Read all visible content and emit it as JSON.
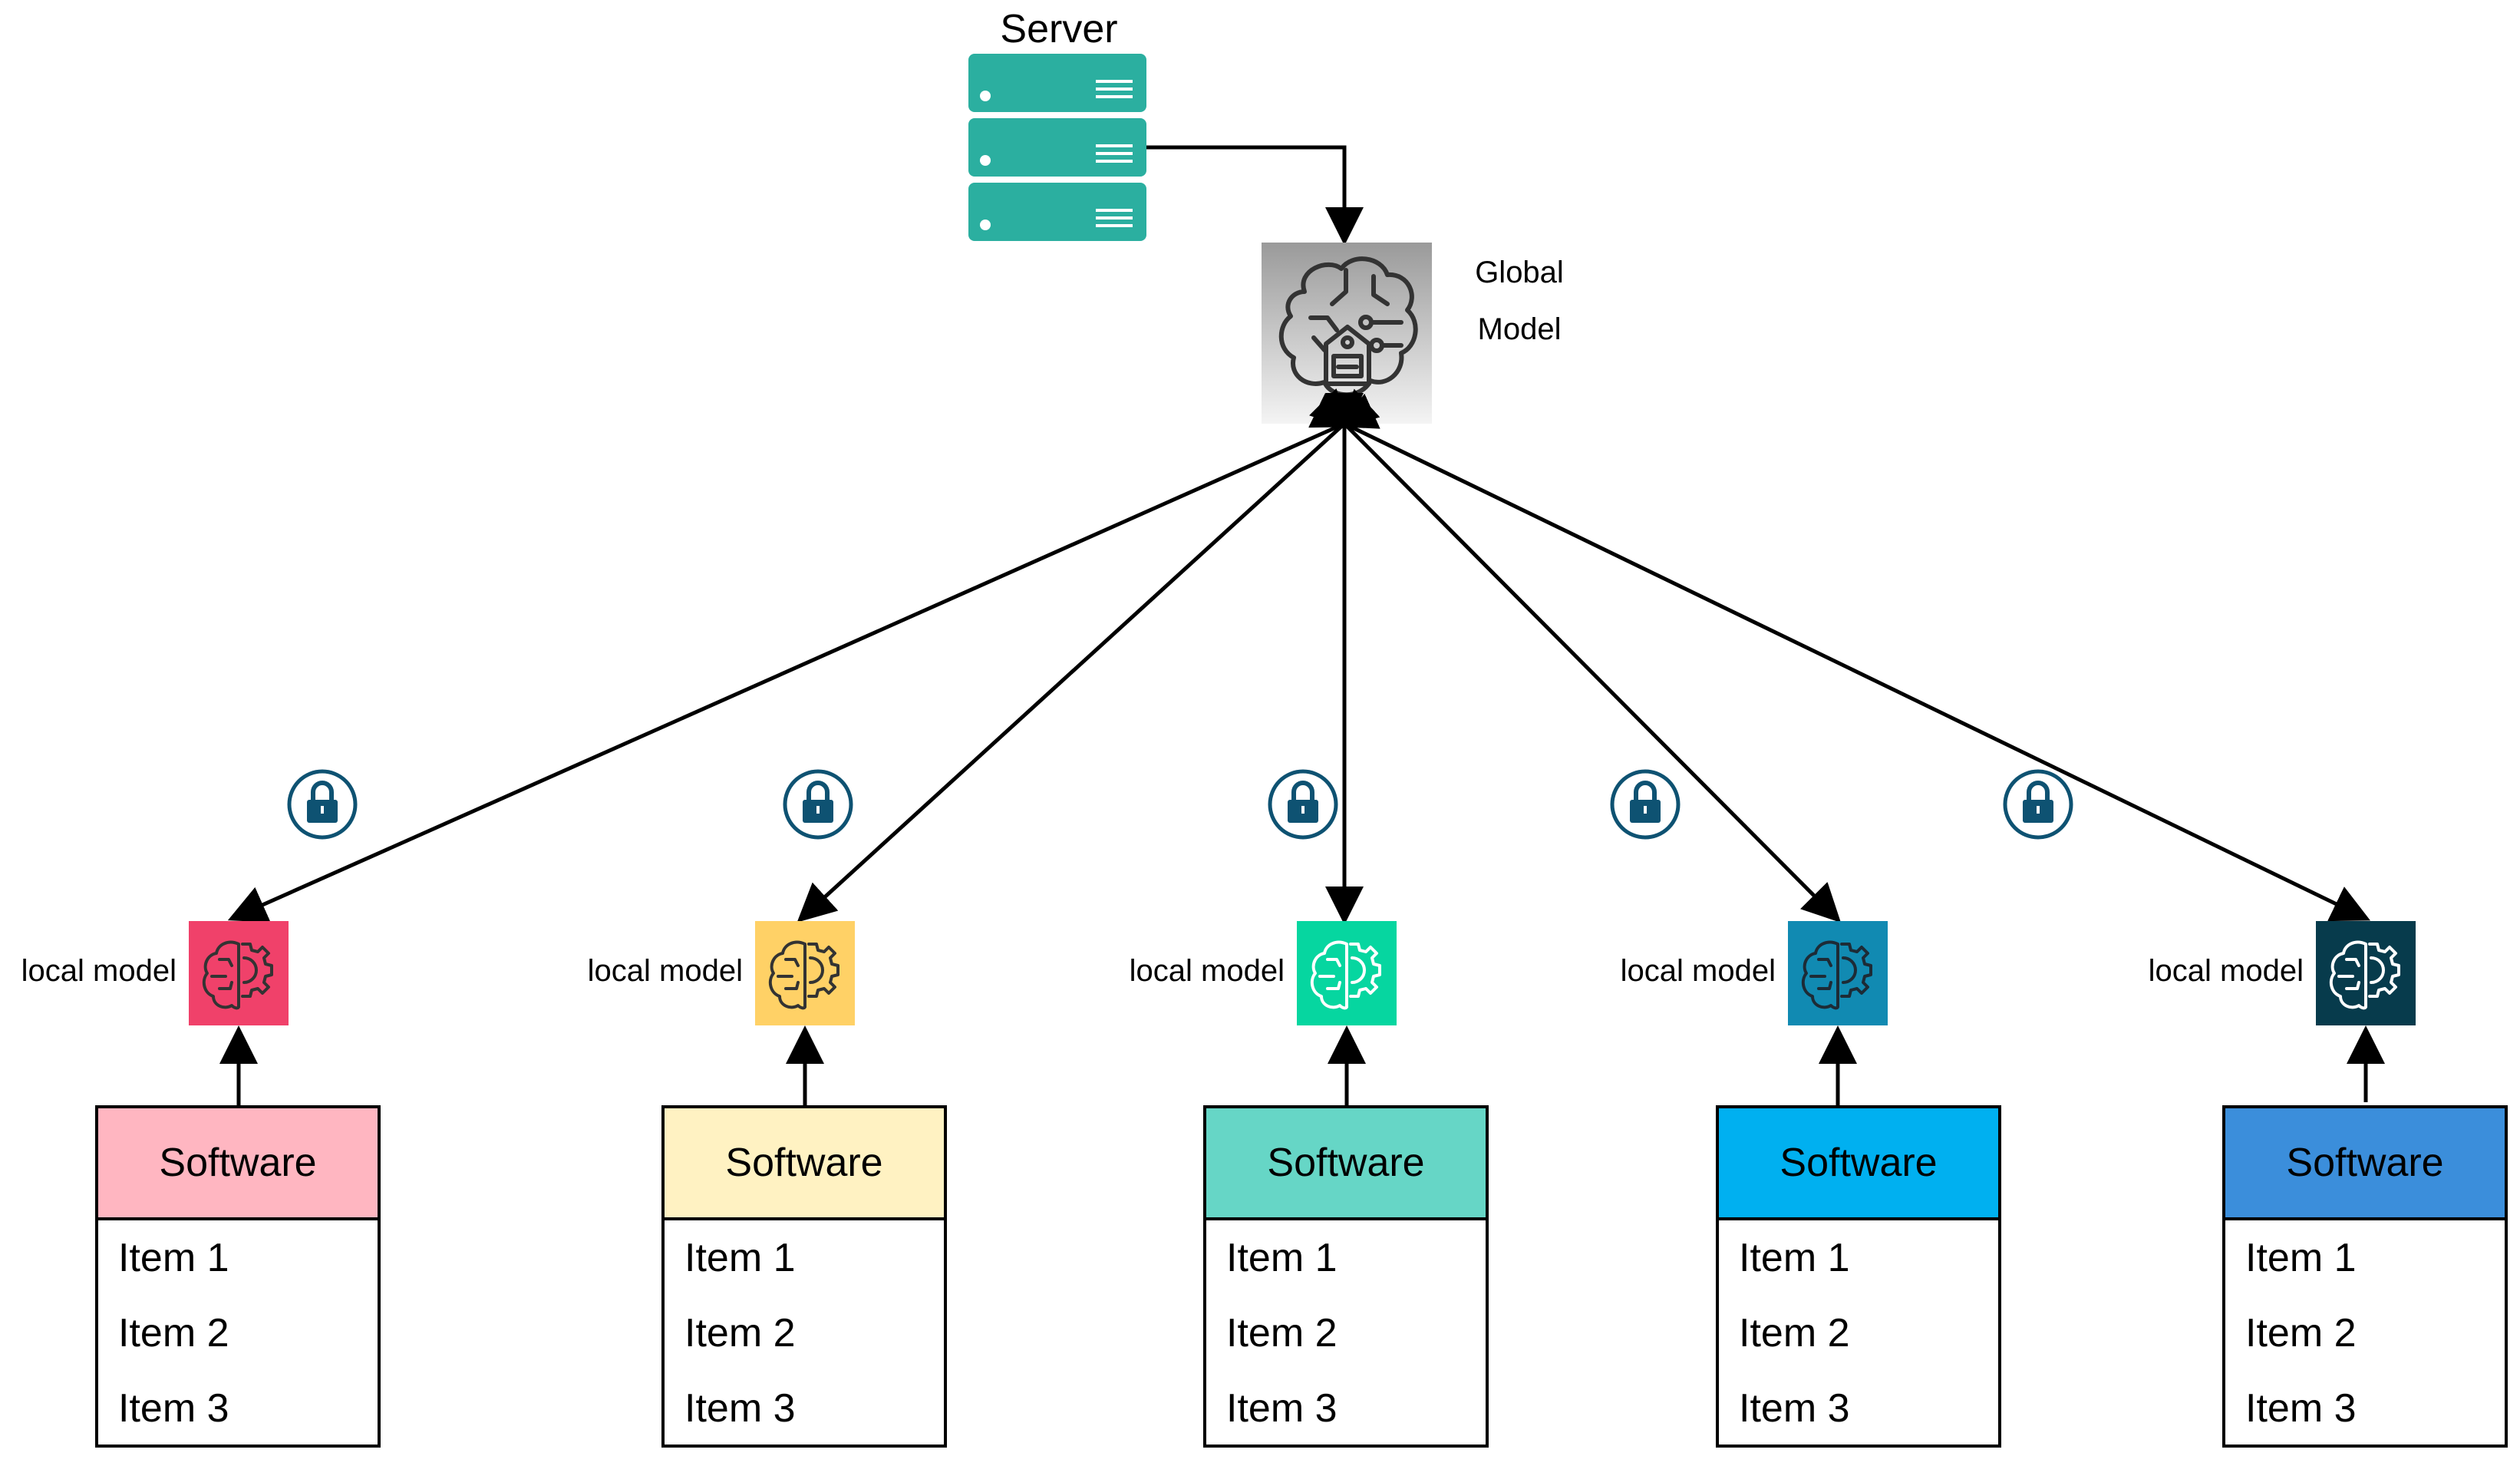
{
  "server": {
    "label": "Server",
    "color": "#2BAFA0"
  },
  "global_model": {
    "label_line1": "Global",
    "label_line2": "Model"
  },
  "lock_color": "#0E5272",
  "clients": [
    {
      "local_label": "local model",
      "model_color": "#F0416A",
      "table": {
        "header": "Software",
        "header_color": "#FFB6C1",
        "items": [
          "Item 1",
          "Item 2",
          "Item 3"
        ]
      }
    },
    {
      "local_label": "local model",
      "model_color": "#FFD166",
      "table": {
        "header": "Software",
        "header_color": "#FFF2C2",
        "items": [
          "Item 1",
          "Item 2",
          "Item 3"
        ]
      }
    },
    {
      "local_label": "local model",
      "model_color": "#06D6A0",
      "table": {
        "header": "Software",
        "header_color": "#66D6C6",
        "items": [
          "Item 1",
          "Item 2",
          "Item 3"
        ]
      }
    },
    {
      "local_label": "local model",
      "model_color": "#118AB2",
      "table": {
        "header": "Software",
        "header_color": "#00B0F0",
        "items": [
          "Item 1",
          "Item 2",
          "Item 3"
        ]
      }
    },
    {
      "local_label": "local model",
      "model_color": "#073B4C",
      "table": {
        "header": "Software",
        "header_color": "#3B8EDB",
        "items": [
          "Item 1",
          "Item 2",
          "Item 3"
        ]
      }
    }
  ]
}
